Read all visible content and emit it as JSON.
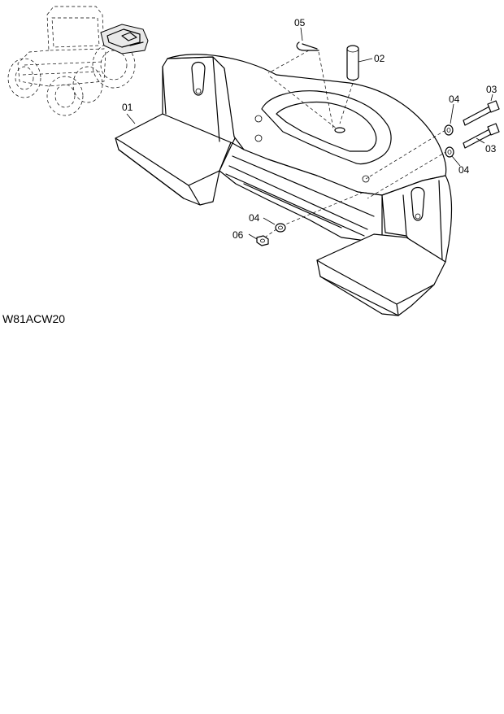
{
  "labels": {
    "p01": "01",
    "p02": "02",
    "p03a": "03",
    "p03b": "03",
    "p04a": "04",
    "p04b": "04",
    "p04c": "04",
    "p05": "05",
    "p06": "06"
  },
  "drawing_code": "W81ACW20"
}
